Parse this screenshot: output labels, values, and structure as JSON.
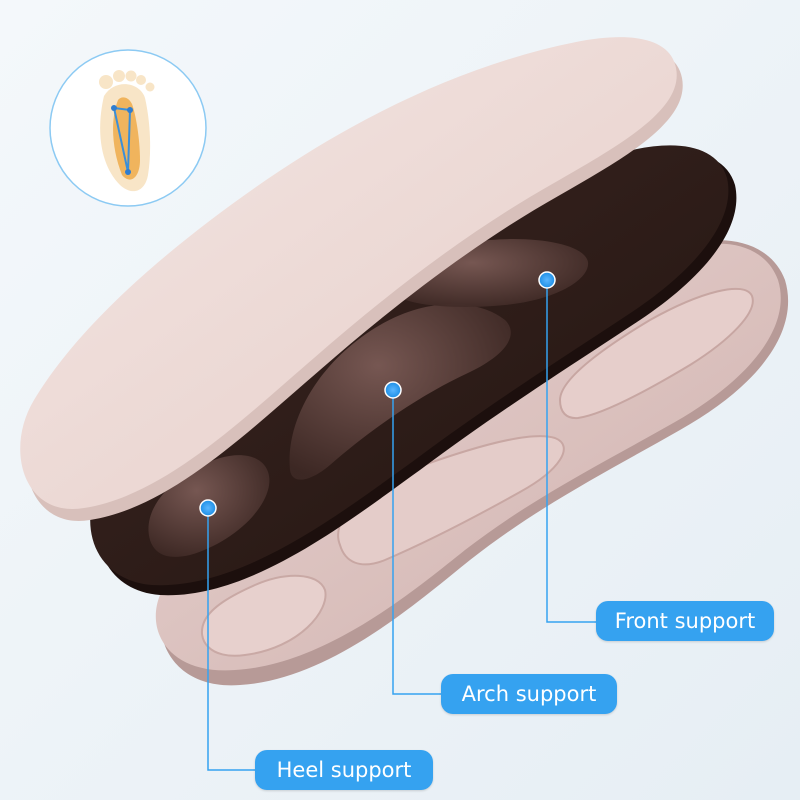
{
  "colors": {
    "background": "#eef3f7",
    "callout_blue": "#35a2f0",
    "top_layer": "#eddad6",
    "middle_layer": "#2e1d1b",
    "bottom_layer": "#ddc3c1"
  },
  "icons": {
    "foot_diagram": "foot-arch-diagram-icon"
  },
  "callouts": {
    "front": "Front support",
    "arch": "Arch support",
    "heel": "Heel support"
  }
}
